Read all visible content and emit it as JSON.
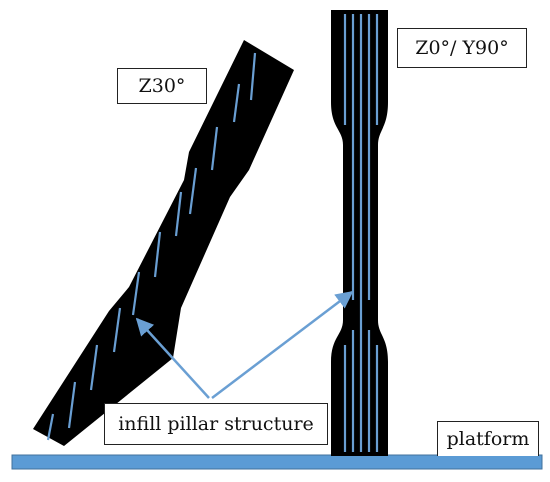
{
  "labels": {
    "z30": "Z30°",
    "z0_y90": "Z0°/ Y90°",
    "infill": "infill pillar structure",
    "platform": "platform"
  },
  "colors": {
    "specimen": "#000000",
    "pillar": "#6a9fd3",
    "platform": "#5b9bd5",
    "platform_edge": "#41719c",
    "arrow": "#6a9fd3"
  }
}
